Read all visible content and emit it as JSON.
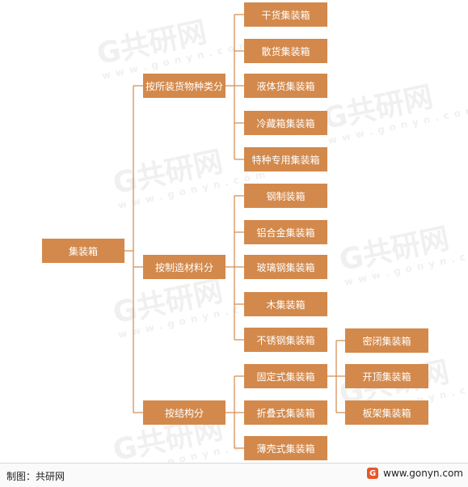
{
  "diagram": {
    "root": "集装箱",
    "branches": [
      {
        "label": "按所装货物种类分",
        "children": [
          "干货集装箱",
          "散货集装箱",
          "液体货集装箱",
          "冷藏箱集装箱",
          "特种专用集装箱"
        ]
      },
      {
        "label": "按制造材料分",
        "children": [
          "钢制装箱",
          "铝合金集装箱",
          "玻璃钢集装箱",
          "木集装箱",
          "不锈钢集装箱"
        ]
      },
      {
        "label": "按结构分",
        "children": [
          "固定式集装箱",
          "折叠式集装箱",
          "薄壳式集装箱"
        ]
      }
    ],
    "sub_children": [
      "密闭集装箱",
      "开顶集装箱",
      "板架集装箱"
    ]
  },
  "watermark": {
    "big": "G共研网",
    "small": "w w w . g o n y n . c o m"
  },
  "footer": {
    "credit_label": "制图：",
    "credit_source": "共研网",
    "logo_letter": "G",
    "url": "www.gonyn.com"
  },
  "colors": {
    "node_fill": "#d3894b",
    "connector": "#d3894b",
    "node_text": "#ffffff"
  }
}
